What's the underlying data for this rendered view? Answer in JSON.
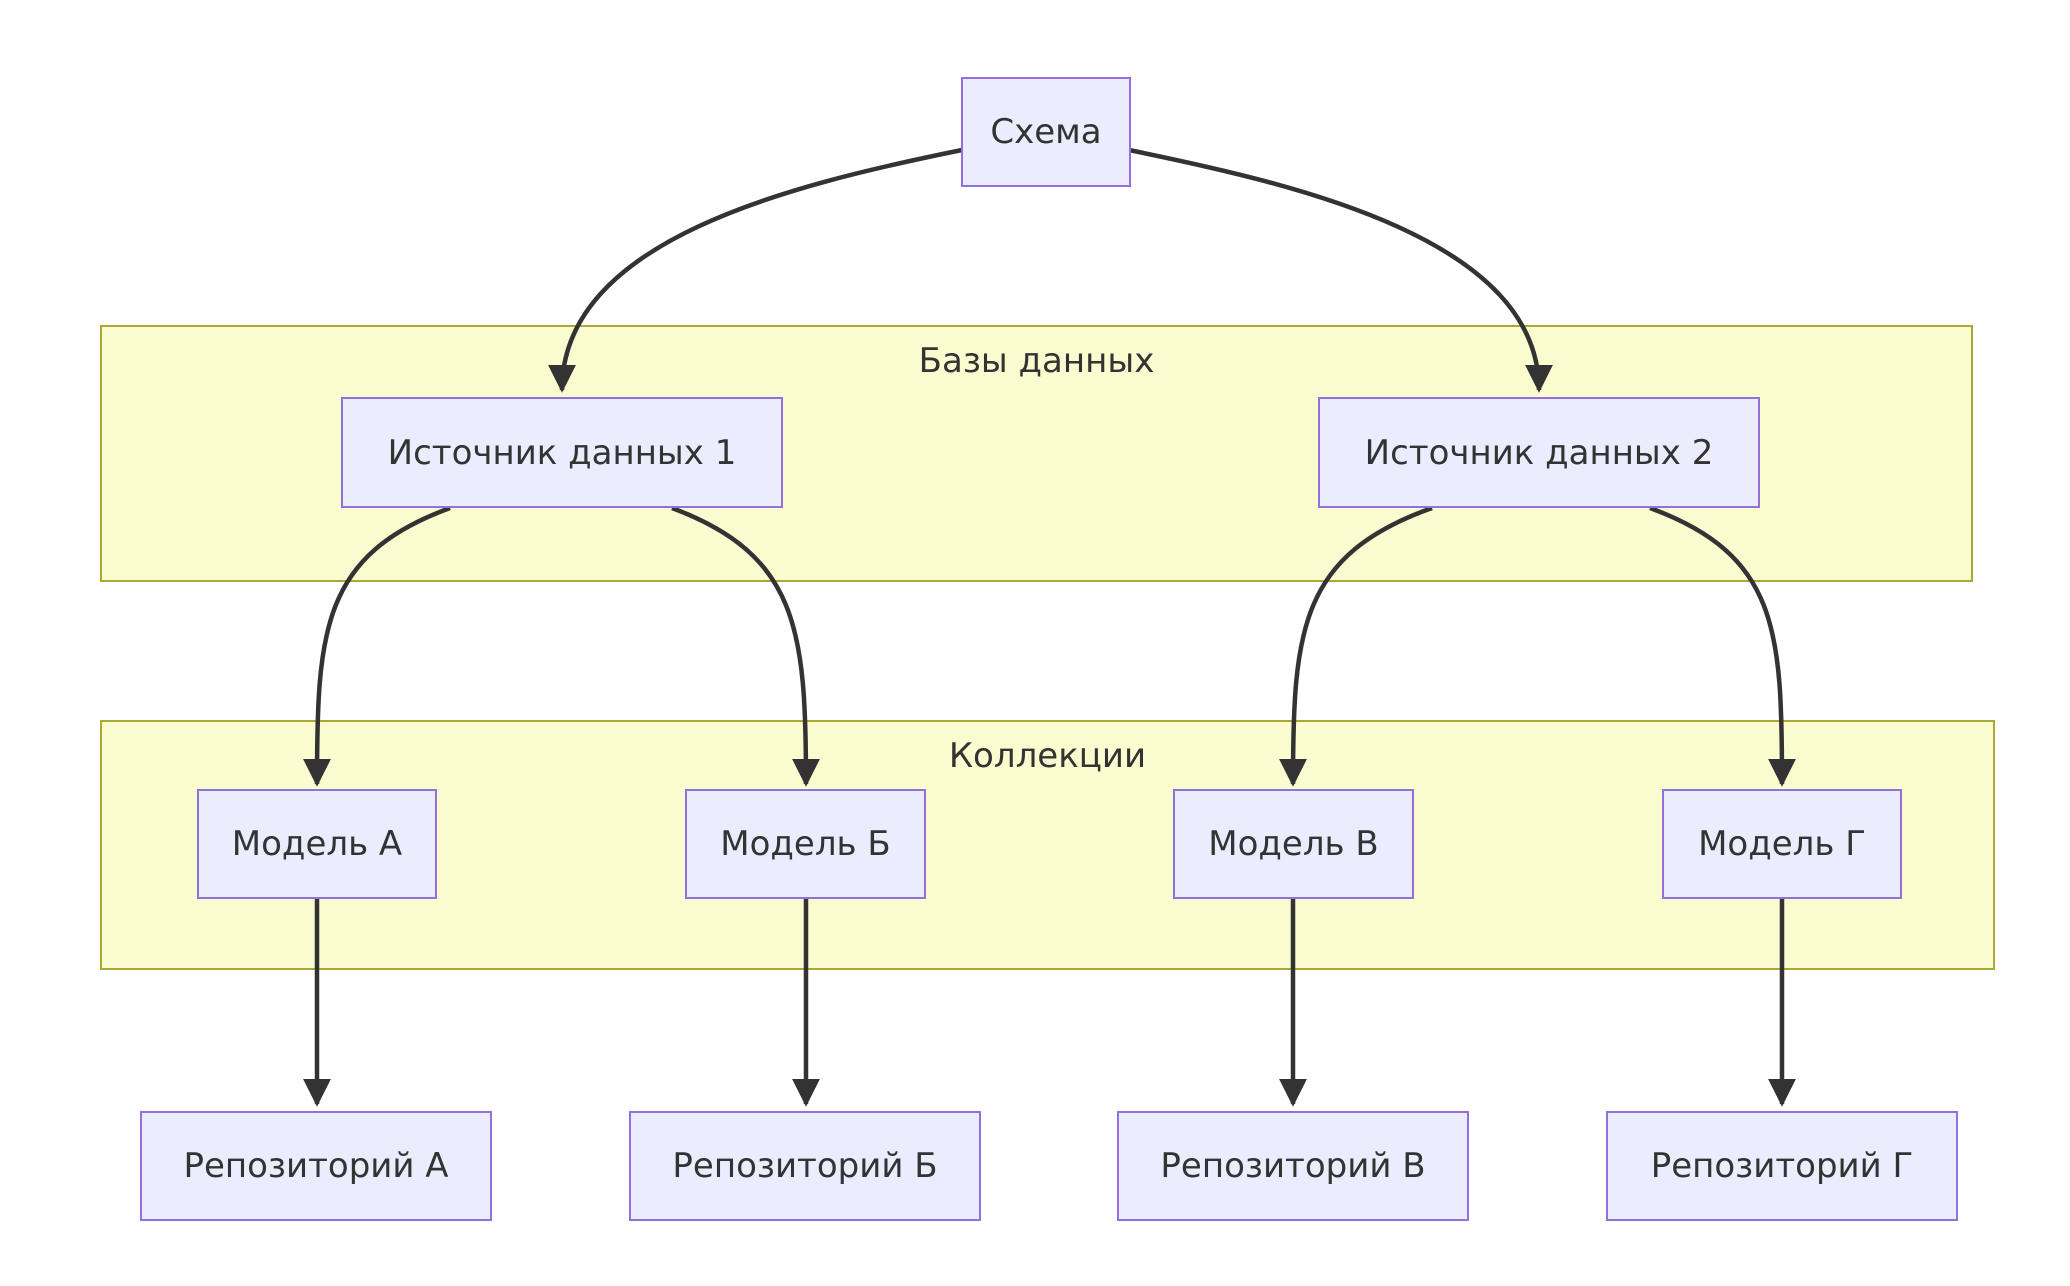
{
  "diagram": {
    "type": "flowchart",
    "root": {
      "label": "Схема"
    },
    "clusters": [
      {
        "label": "Базы данных"
      },
      {
        "label": "Коллекции"
      }
    ],
    "sources": [
      {
        "label": "Источник данных 1"
      },
      {
        "label": "Источник данных 2"
      }
    ],
    "models": [
      {
        "label": "Модель А"
      },
      {
        "label": "Модель Б"
      },
      {
        "label": "Модель В"
      },
      {
        "label": "Модель Г"
      }
    ],
    "repositories": [
      {
        "label": "Репозиторий А"
      },
      {
        "label": "Репозиторий Б"
      },
      {
        "label": "Репозиторий В"
      },
      {
        "label": "Репозиторий Г"
      }
    ],
    "edges": [
      {
        "from": "Схема",
        "to": "Источник данных 1"
      },
      {
        "from": "Схема",
        "to": "Источник данных 2"
      },
      {
        "from": "Источник данных 1",
        "to": "Модель А"
      },
      {
        "from": "Источник данных 1",
        "to": "Модель Б"
      },
      {
        "from": "Источник данных 2",
        "to": "Модель В"
      },
      {
        "from": "Источник данных 2",
        "to": "Модель Г"
      },
      {
        "from": "Модель А",
        "to": "Репозиторий А"
      },
      {
        "from": "Модель Б",
        "to": "Репозиторий Б"
      },
      {
        "from": "Модель В",
        "to": "Репозиторий В"
      },
      {
        "from": "Модель Г",
        "to": "Репозиторий Г"
      }
    ],
    "colors": {
      "node_fill": "#ECECFF",
      "node_border": "#9370DB",
      "cluster_fill": "#FBFBD0",
      "cluster_border": "#AAAA33",
      "edge_color": "#333333",
      "text_color": "#333333"
    }
  }
}
